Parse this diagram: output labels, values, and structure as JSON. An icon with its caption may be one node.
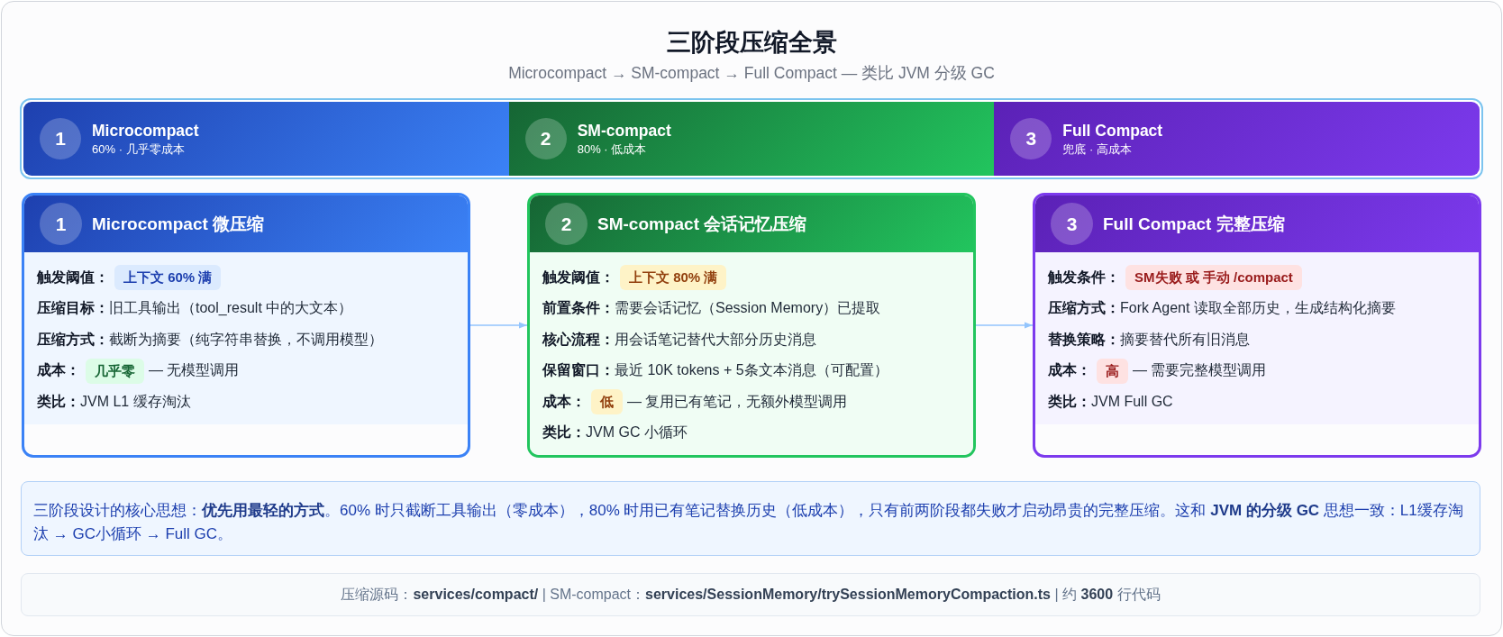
{
  "diagram": {
    "title": "三阶段压缩全景",
    "nodes": [
      {
        "text": [],
        "shape": "bar"
      },
      {
        "text": [
          "1",
          "Microcompact",
          "60% · 几乎零成本"
        ],
        "in": 0
      },
      {
        "text": [
          "2",
          "SM-compact",
          "80% · 低成本"
        ],
        "in": 0
      },
      {
        "text": [
          "3",
          "Full Compact",
          "兜底 · 高成本"
        ],
        "in": 0
      },
      {
        "text": [
          "1",
          "Microcompact 微压缩",
          "触发阈值：",
          "**压缩目标：**旧工具输出（tool_result 中的大文本）",
          "**压缩方式：**截断为摘要（纯字符串替换，不调用模型）",
          "成本：",
          "— 无模型调用",
          "**类比：**JVM L1 缓存淘汰"
        ]
      },
      {
        "text": [
          "上下文 60% 满"
        ],
        "in": 4
      },
      {
        "text": [
          "几乎零"
        ],
        "in": 4
      },
      {
        "text": [
          "2",
          "SM-compact 会话记忆压缩",
          "触发阈值：",
          "**前置条件：**需要会话记忆（Session Memory）已提取",
          "**核心流程：**用会话笔记替代大部分历史消息",
          "**保留窗口：**最近 10K tokens + 5条文本消息（可配置）",
          "成本：",
          "— 复用已有笔记，无额外模型调用",
          "**类比：**JVM GC 小循环"
        ]
      },
      {
        "text": [
          "上下文 80% 满"
        ],
        "in": 7
      },
      {
        "text": [
          "低"
        ],
        "in": 7
      },
      {
        "text": [
          "3",
          "Full Compact 完整压缩",
          "触发条件：",
          "**压缩方式：**Fork Agent 读取全部历史，生成结构化摘要",
          "**替换策略：**摘要替代所有旧消息",
          "成本：",
          "— 需要完整模型调用",
          "**类比：**JVM Full GC"
        ]
      },
      {
        "text": [
          "SM失败 或 手动 /compact"
        ],
        "in": 10
      },
      {
        "text": [
          "高"
        ],
        "in": 10
      },
      {
        "text": [
          "三阶段设计的核心思想：**优先用最轻的方式**。60% 时只截断工具输出（零成本），80% 时用已有笔记替换历史（低成本），只有前两阶段都失败才启动昂贵的完整压缩。这和 **JVM 的分级 GC** 思想一致：L1缓存淘汰 → GC小循环 → Full GC。"
        ]
      },
      {
        "text": [
          "压缩源码：**services/compact/** | SM-compact：**services/SessionMemory/trySessionMemoryCompaction.ts** | 约 **3600** 行代码"
        ]
      }
    ],
    "edges": [
      {
        "from": 4,
        "to": 7,
        "arrow": "to"
      },
      {
        "from": 7,
        "to": 10,
        "arrow": "to"
      }
    ],
    "labels": [
      "Microcompact → SM-compact → Full Compact — 类比 JVM 分级 GC"
    ]
  }
}
